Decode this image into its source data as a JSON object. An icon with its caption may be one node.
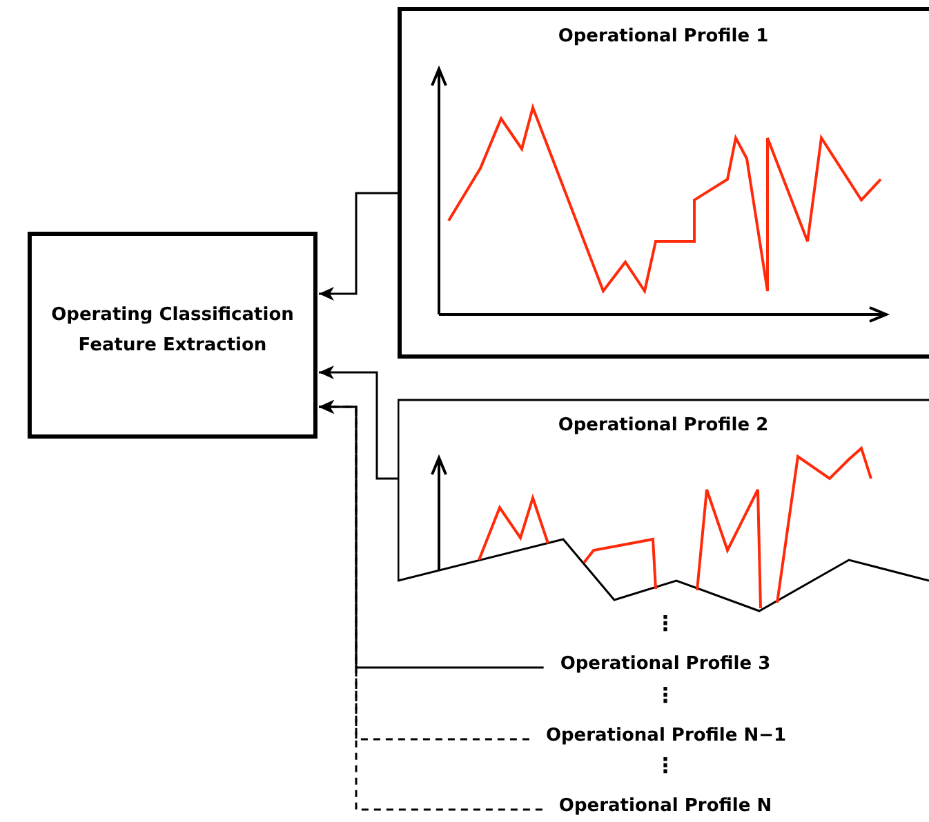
{
  "diagram": {
    "nodes": [
      {
        "text": [
          "Operating Classification Feature Extraction"
        ]
      },
      {
        "text": [
          "Operational Profile 1"
        ]
      },
      {
        "text": [
          "Operational Profile 2"
        ]
      },
      {
        "text": [
          "Operational Profile 3"
        ]
      },
      {
        "text": [
          "Operational Profile N−1"
        ]
      },
      {
        "text": [
          "Operational Profile N"
        ]
      }
    ],
    "edges": [
      {
        "from": 1,
        "to": 0,
        "arrow": "to"
      },
      {
        "from": 2,
        "to": 0,
        "arrow": "to"
      },
      {
        "from": 3,
        "to": 0,
        "arrow": "to"
      },
      {
        "from": 4,
        "to": 0,
        "arrow": "to",
        "style": "dashed"
      },
      {
        "from": 5,
        "to": 0,
        "arrow": "to",
        "style": "dashed"
      }
    ],
    "labels": [
      "⋮",
      "⋮",
      "⋮"
    ]
  }
}
